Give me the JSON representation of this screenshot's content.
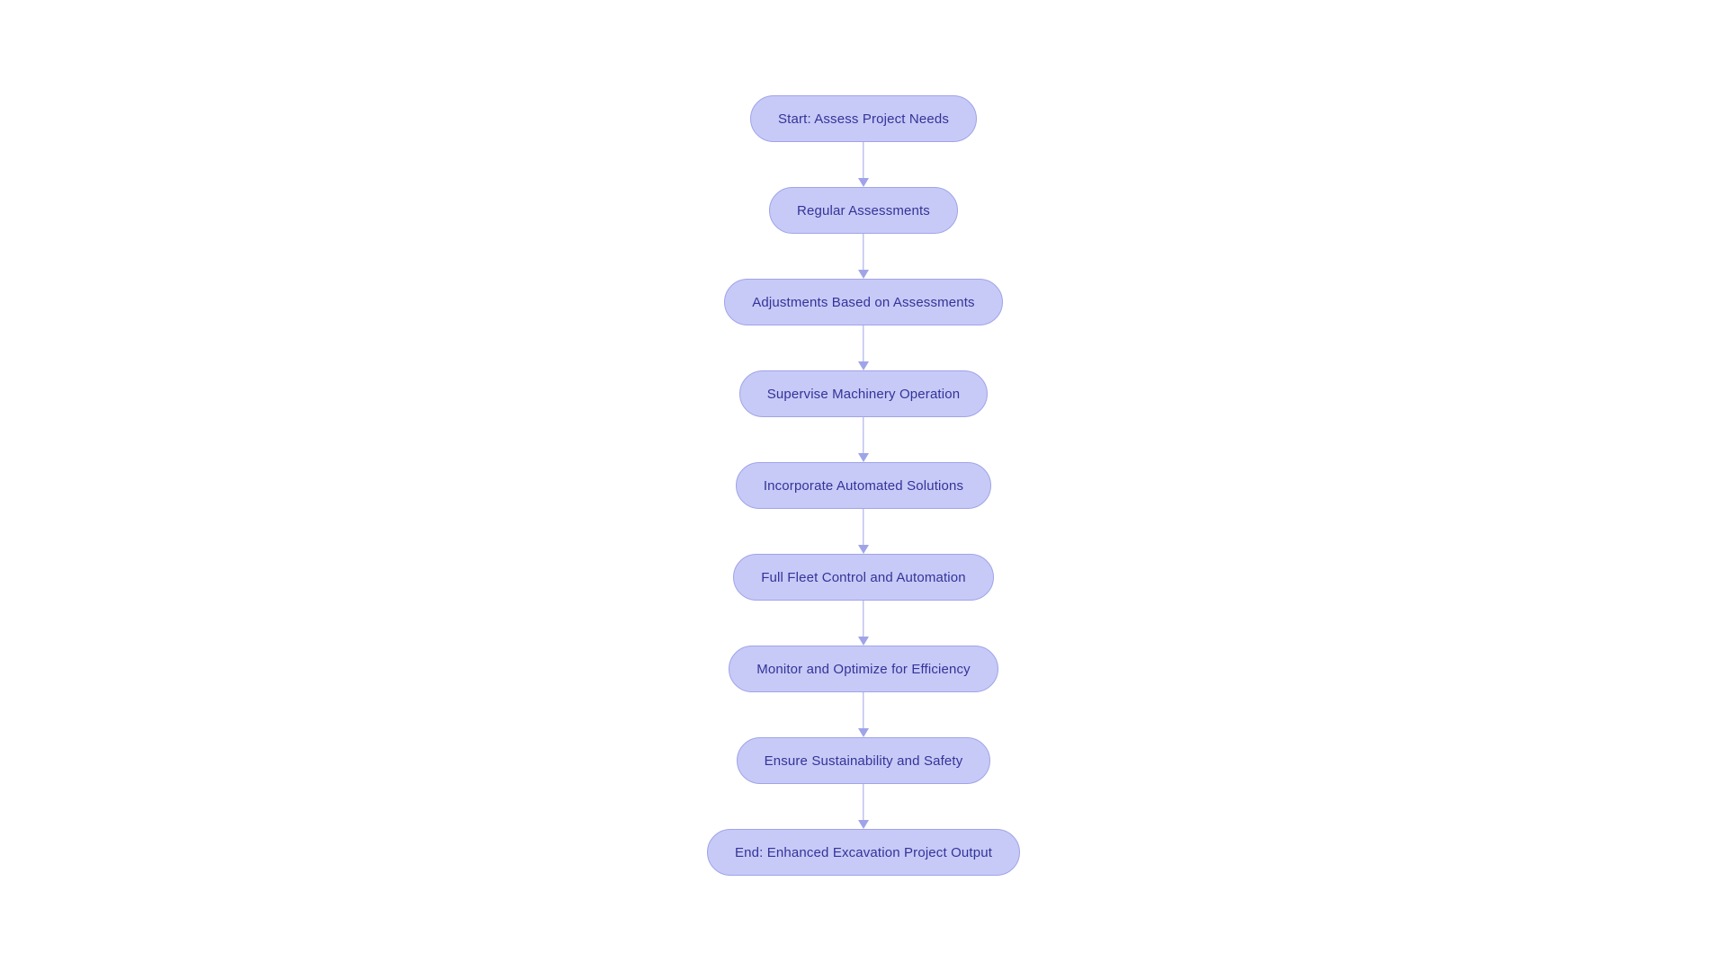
{
  "diagram": {
    "type": "flowchart",
    "orientation": "vertical-top-to-bottom",
    "title": "",
    "background_color": "#ffffff",
    "node_fill_color": "#c7caf7",
    "node_border_color": "#9fa4e8",
    "node_text_color": "#333399",
    "connector_color": "#9fa4e8",
    "node_count": 9,
    "edge_count": 8,
    "nodes": [
      {
        "id": "n1",
        "label": "Start: Assess Project Needs",
        "role": "start"
      },
      {
        "id": "n2",
        "label": "Regular Assessments",
        "role": "process"
      },
      {
        "id": "n3",
        "label": "Adjustments Based on Assessments",
        "role": "process"
      },
      {
        "id": "n4",
        "label": "Supervise Machinery Operation",
        "role": "process"
      },
      {
        "id": "n5",
        "label": "Incorporate Automated Solutions",
        "role": "process"
      },
      {
        "id": "n6",
        "label": "Full Fleet Control and Automation",
        "role": "process"
      },
      {
        "id": "n7",
        "label": "Monitor and Optimize for Efficiency",
        "role": "process"
      },
      {
        "id": "n8",
        "label": "Ensure Sustainability and Safety",
        "role": "process"
      },
      {
        "id": "n9",
        "label": "End: Enhanced Excavation Project Output",
        "role": "end"
      }
    ],
    "edges": [
      {
        "from": "n1",
        "to": "n2",
        "label": ""
      },
      {
        "from": "n2",
        "to": "n3",
        "label": ""
      },
      {
        "from": "n3",
        "to": "n4",
        "label": ""
      },
      {
        "from": "n4",
        "to": "n5",
        "label": ""
      },
      {
        "from": "n5",
        "to": "n6",
        "label": ""
      },
      {
        "from": "n6",
        "to": "n7",
        "label": ""
      },
      {
        "from": "n7",
        "to": "n8",
        "label": ""
      },
      {
        "from": "n8",
        "to": "n9",
        "label": ""
      }
    ]
  }
}
